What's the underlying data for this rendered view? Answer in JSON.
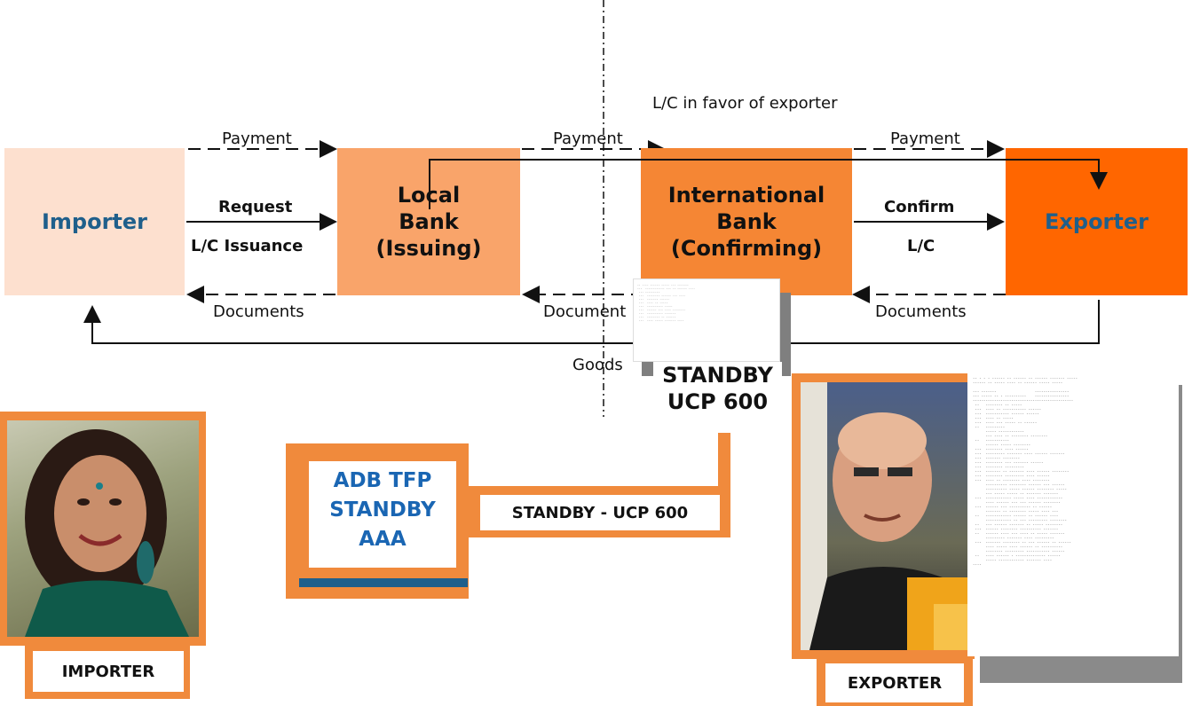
{
  "nodes": {
    "importer": "Importer",
    "local_bank": [
      "Local",
      "Bank",
      "(Issuing)"
    ],
    "intl_bank": [
      "International",
      "Bank",
      "(Confirming)"
    ],
    "exporter": "Exporter"
  },
  "flows": {
    "lc_in_favor": "L/C in favor of exporter",
    "payment_1": "Payment",
    "payment_2": "Payment",
    "payment_3": "Payment",
    "request": "Request",
    "lc_issuance": "L/C Issuance",
    "confirm": "Confirm",
    "lc": "L/C",
    "documents_1": "Documents",
    "documents_2": "Document",
    "documents_3": "Documents",
    "goods": "Goods"
  },
  "standby_note": [
    "STANDBY",
    "UCP 600"
  ],
  "adb_box": [
    "ADB TFP",
    "STANDBY",
    "AAA"
  ],
  "standby_label": "STANDBY -  UCP 600",
  "captions": {
    "importer": "IMPORTER",
    "exporter": "EXPORTER"
  },
  "colors": {
    "importer_box": "#fde0cf",
    "local_bank_box": "#f9a46a",
    "intl_bank_box": "#f58634",
    "exporter_box": "#ff6600",
    "frame_orange": "#f08a3c",
    "title_blue": "#1f5f8b",
    "adb_blue": "#1a66b3",
    "shadow_gray": "#7f7f7f"
  }
}
